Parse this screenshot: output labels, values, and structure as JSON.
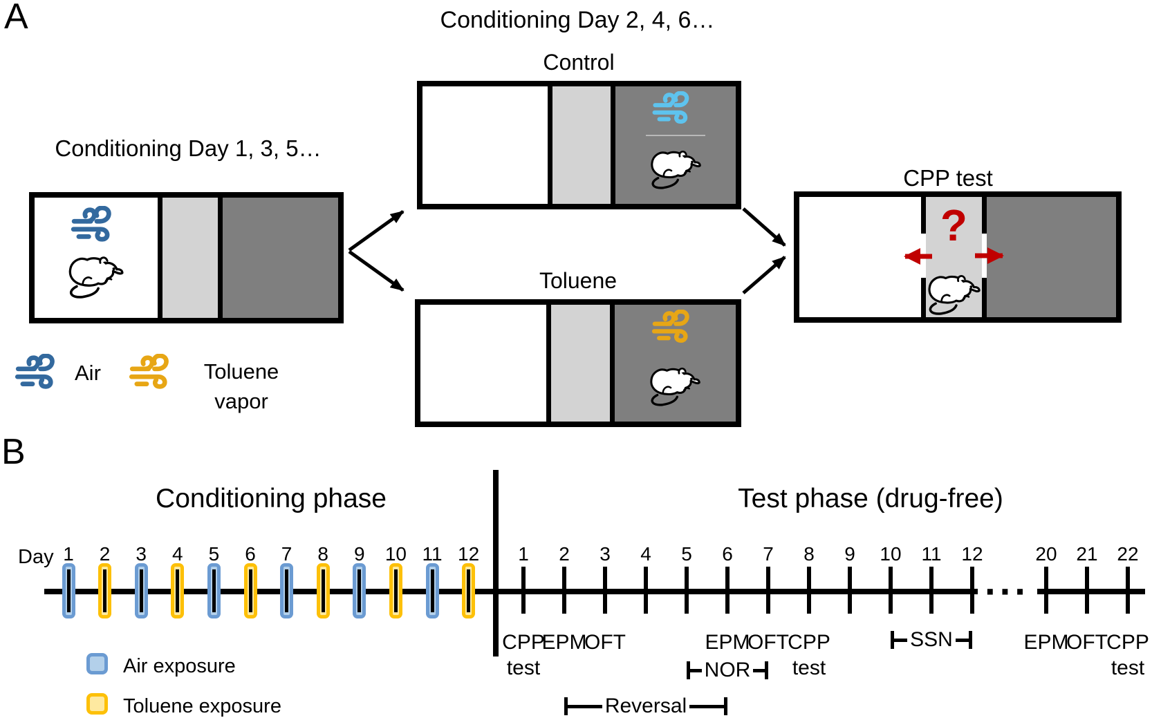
{
  "colors": {
    "air_blue": "#33699e",
    "air_light_blue": "#5ec3ee",
    "toluene_gold": "#e7a615",
    "red": "#c00000",
    "chamber_light_gray": "#d3d3d3",
    "chamber_dark_gray": "#7f7f7f",
    "pill_air_border": "#6b9bd2",
    "pill_air_fill": "#b3d0ea",
    "pill_toluene_border": "#fdc008",
    "pill_toluene_fill": "#fee9a0",
    "separator_gray": "#b9b9b9"
  },
  "panel_a": {
    "label": "A",
    "left_title": "Conditioning Day 1, 3, 5…",
    "middle_title": "Conditioning Day 2, 4, 6…",
    "control_label": "Control",
    "toluene_label": "Toluene",
    "cpp_title": "CPP test",
    "question_mark": "?",
    "legend": {
      "air_label": "Air",
      "toluene_label_line1": "Toluene",
      "toluene_label_line2": "vapor"
    }
  },
  "panel_b": {
    "label": "B",
    "conditioning_title": "Conditioning phase",
    "test_title": "Test phase (drug-free)",
    "day_axis_label": "Day",
    "gap_ellipsis": "···",
    "conditioning_days": [
      {
        "day": "1",
        "exposure": "air"
      },
      {
        "day": "2",
        "exposure": "toluene"
      },
      {
        "day": "3",
        "exposure": "air"
      },
      {
        "day": "4",
        "exposure": "toluene"
      },
      {
        "day": "5",
        "exposure": "air"
      },
      {
        "day": "6",
        "exposure": "toluene"
      },
      {
        "day": "7",
        "exposure": "air"
      },
      {
        "day": "8",
        "exposure": "toluene"
      },
      {
        "day": "9",
        "exposure": "air"
      },
      {
        "day": "10",
        "exposure": "toluene"
      },
      {
        "day": "11",
        "exposure": "air"
      },
      {
        "day": "12",
        "exposure": "toluene"
      }
    ],
    "test_days": [
      "1",
      "2",
      "3",
      "4",
      "5",
      "6",
      "7",
      "8",
      "9",
      "10",
      "11",
      "12",
      "20",
      "21",
      "22"
    ],
    "test_events": [
      {
        "day": "1",
        "lines": [
          "CPP",
          "test"
        ]
      },
      {
        "day": "2",
        "lines": [
          "EPM"
        ]
      },
      {
        "day": "3",
        "lines": [
          "OFT"
        ]
      },
      {
        "day": "6",
        "lines": [
          "EPM"
        ]
      },
      {
        "day": "7",
        "lines": [
          "OFT"
        ]
      },
      {
        "day": "8",
        "lines": [
          "CPP",
          "test"
        ]
      },
      {
        "day": "20",
        "lines": [
          "EPM"
        ]
      },
      {
        "day": "21",
        "lines": [
          "OFT"
        ]
      },
      {
        "day": "22",
        "lines": [
          "CPP",
          "test"
        ]
      }
    ],
    "brackets": [
      {
        "label": "SSN",
        "from_day": "10",
        "to_day": "12",
        "row": "top"
      },
      {
        "label": "NOR",
        "from_day": "5",
        "to_day": "7",
        "row": "mid"
      },
      {
        "label": "Reversal",
        "from_day": "2",
        "to_day": "6",
        "row": "low"
      }
    ],
    "legend": [
      {
        "label": "Air exposure",
        "type": "air"
      },
      {
        "label": "Toluene exposure",
        "type": "toluene"
      }
    ]
  }
}
